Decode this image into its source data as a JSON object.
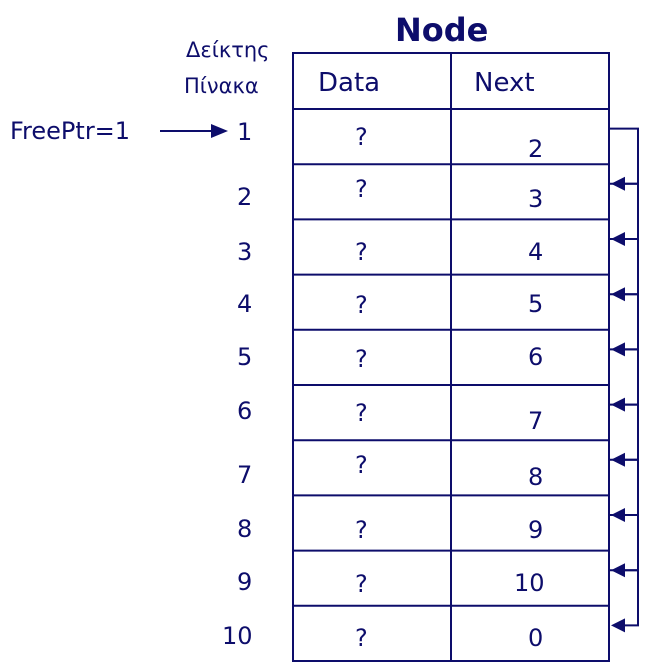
{
  "title": "Node",
  "index_header": [
    "Δείκτης",
    "Πίνακα"
  ],
  "columns": [
    "Data",
    "Next"
  ],
  "free_pointer": "FreePtr=1",
  "rows": [
    {
      "index": "1",
      "data": "?",
      "next": "2"
    },
    {
      "index": "2",
      "data": "?",
      "next": "3"
    },
    {
      "index": "3",
      "data": "?",
      "next": "4"
    },
    {
      "index": "4",
      "data": "?",
      "next": "5"
    },
    {
      "index": "5",
      "data": "?",
      "next": "6"
    },
    {
      "index": "6",
      "data": "?",
      "next": "7"
    },
    {
      "index": "7",
      "data": "?",
      "next": "8"
    },
    {
      "index": "8",
      "data": "?",
      "next": "9"
    },
    {
      "index": "9",
      "data": "?",
      "next": "10"
    },
    {
      "index": "10",
      "data": "?",
      "next": "0"
    }
  ],
  "colors": {
    "ink": "#0d0d6b"
  }
}
